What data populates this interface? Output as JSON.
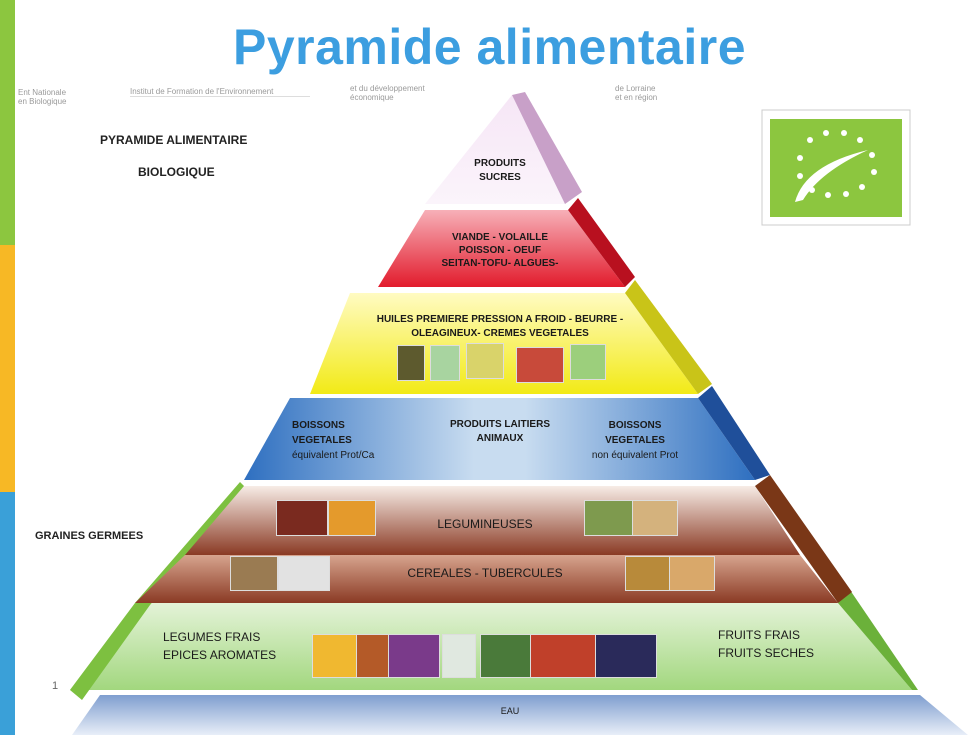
{
  "page": {
    "title": "Pyramide alimentaire",
    "slide_number": "1"
  },
  "colors": {
    "title": "#3c9ee0",
    "accent_green": "#8cc63f",
    "accent_yellow": "#f7b825",
    "accent_blue": "#3aa0d8"
  },
  "header_logos": {
    "logo1_line1": "Ent Nationale",
    "logo1_line2": "en Biologique",
    "logo2": "Institut de Formation de l'Environnement",
    "logo3_line1": "et du développement",
    "logo3_line2": "économique",
    "logo4_line1": "de Lorraine",
    "logo4_line2": "et en région"
  },
  "left_text": {
    "line1": "PYRAMIDE ALIMENTAIRE",
    "line2": "BIOLOGIQUE"
  },
  "side_label": "GRAINES GERMEES",
  "bio_logo": {
    "icon": "eu-organic-leaf-icon"
  },
  "levels": {
    "sucres": {
      "line1": "PRODUITS",
      "line2": "SUCRES"
    },
    "viande": {
      "line1": "VIANDE - VOLAILLE",
      "line2": "POISSON - OEUF",
      "line3": "SEITAN-TOFU- ALGUES-"
    },
    "huiles": {
      "line1": "HUILES PREMIERE PRESSION A FROID - BEURRE -",
      "line2": "OLEAGINEUX- CREMES VEGETALES"
    },
    "boissons_left": {
      "line1": "BOISSONS",
      "line2": "VEGETALES",
      "line3": "équivalent Prot/Ca"
    },
    "laitiers": {
      "line1": "PRODUITS LAITIERS",
      "line2": "ANIMAUX"
    },
    "boissons_right": {
      "line1": "BOISSONS",
      "line2": "VEGETALES",
      "line3": "non équivalent  Prot"
    },
    "legumineuses": "LEGUMINEUSES",
    "cereales": "CEREALES - TUBERCULES",
    "legumes": {
      "line1": "LEGUMES FRAIS",
      "line2": "EPICES AROMATES"
    },
    "fruits": {
      "line1": "FRUITS FRAIS",
      "line2": "FRUITS SECHES"
    },
    "eau": "EAU"
  }
}
